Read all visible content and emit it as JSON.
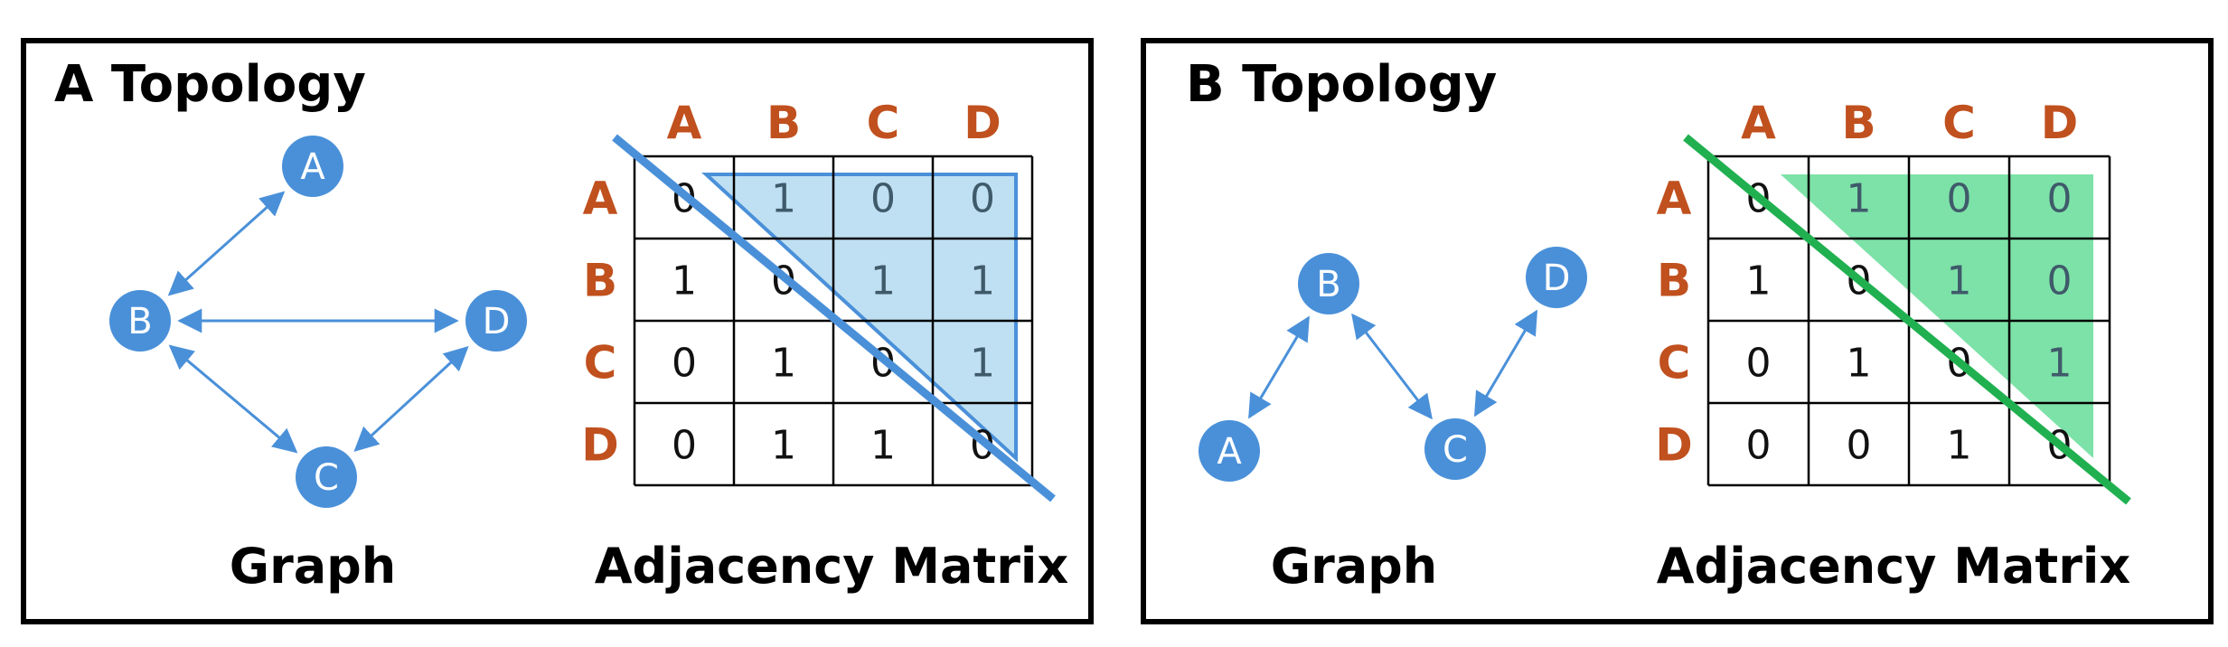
{
  "colors": {
    "node": "#4a90d9",
    "edge": "#4a90d9",
    "header": "#c0501e",
    "panelA_accent": "#4a90d9",
    "panelA_fill": "#bfe0f2",
    "panelB_accent": "#20b050",
    "panelB_fill": "#7de2a8"
  },
  "panels": [
    {
      "id": "A",
      "title": "A Topology",
      "graph_caption": "Graph",
      "matrix_caption": "Adjacency Matrix",
      "nodes": [
        {
          "id": "A",
          "label": "A"
        },
        {
          "id": "B",
          "label": "B"
        },
        {
          "id": "C",
          "label": "C"
        },
        {
          "id": "D",
          "label": "D"
        }
      ],
      "edges": [
        [
          "B",
          "A"
        ],
        [
          "B",
          "D"
        ],
        [
          "B",
          "C"
        ],
        [
          "C",
          "D"
        ]
      ],
      "matrix": {
        "headers": [
          "A",
          "B",
          "C",
          "D"
        ],
        "rows": [
          [
            0,
            1,
            0,
            0
          ],
          [
            1,
            0,
            1,
            1
          ],
          [
            0,
            1,
            0,
            1
          ],
          [
            0,
            1,
            1,
            0
          ]
        ]
      }
    },
    {
      "id": "B",
      "title": "B Topology",
      "graph_caption": "Graph",
      "matrix_caption": "Adjacency Matrix",
      "nodes": [
        {
          "id": "A",
          "label": "A"
        },
        {
          "id": "B",
          "label": "B"
        },
        {
          "id": "C",
          "label": "C"
        },
        {
          "id": "D",
          "label": "D"
        }
      ],
      "edges": [
        [
          "A",
          "B"
        ],
        [
          "B",
          "C"
        ],
        [
          "C",
          "D"
        ]
      ],
      "matrix": {
        "headers": [
          "A",
          "B",
          "C",
          "D"
        ],
        "rows": [
          [
            0,
            1,
            0,
            0
          ],
          [
            1,
            0,
            1,
            0
          ],
          [
            0,
            1,
            0,
            1
          ],
          [
            0,
            0,
            1,
            0
          ]
        ]
      }
    }
  ]
}
